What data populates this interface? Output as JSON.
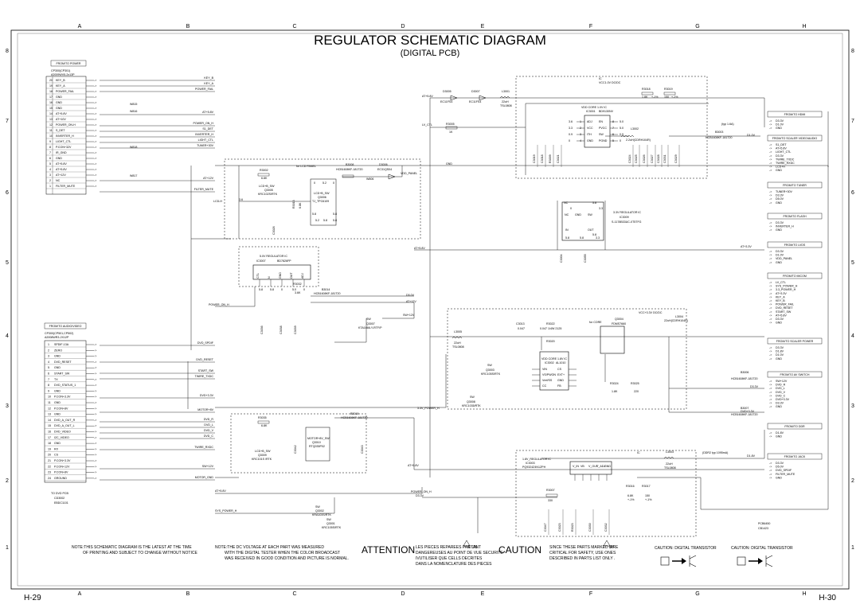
{
  "title": "REGULATOR SCHEMATIC DIAGRAM",
  "subtitle": "(DIGITAL PCB)",
  "grid": {
    "cols": [
      "A",
      "B",
      "C",
      "D",
      "E",
      "F",
      "G",
      "H"
    ],
    "rows": [
      "8",
      "7",
      "6",
      "5",
      "4",
      "3",
      "2",
      "1"
    ]
  },
  "page_left": "H-29",
  "page_right": "H-30",
  "conn_power": {
    "title": "FROM/TO POWER",
    "part": "CP300(CP301)",
    "part2": "A2009WV5-2x13P",
    "pins": [
      {
        "n": "20",
        "s": "KEY_B"
      },
      {
        "n": "19",
        "s": "KEY_A"
      },
      {
        "n": "18",
        "s": "POWER_FAIL"
      },
      {
        "n": "17",
        "s": "GND"
      },
      {
        "n": "16",
        "s": "GND"
      },
      {
        "n": "15",
        "s": "GND"
      },
      {
        "n": "14",
        "s": "AT+5.8V"
      },
      {
        "n": "13",
        "s": "AT+10V"
      },
      {
        "n": "12",
        "s": "POWER_ON-H"
      },
      {
        "n": "11",
        "s": "S_DET"
      },
      {
        "n": "10",
        "s": "INVERTER_H"
      },
      {
        "n": "9",
        "s": "LIGHT_CTL"
      },
      {
        "n": "8",
        "s": "P.CON+32V"
      },
      {
        "n": "7",
        "s": "IR_GND"
      },
      {
        "n": "6",
        "s": "GND"
      },
      {
        "n": "5",
        "s": "AT+5.8V"
      },
      {
        "n": "4",
        "s": "AT+5.8V"
      },
      {
        "n": "3",
        "s": "AT+12V"
      },
      {
        "n": "2",
        "s": "NC"
      },
      {
        "n": "1",
        "s": "FILTER_MUTE"
      }
    ],
    "wire_labels": [
      "KEY_B",
      "KEY_A",
      "POWER_FAIL",
      "AT+5.8V",
      "POWER_ON_H",
      "S1_DET",
      "INVERTER_H",
      "LIGHT_CTL",
      "TUNER+30V",
      "AT+12V",
      "FILTER_MUTE"
    ],
    "parts": [
      "W815",
      "W816",
      "W818",
      "W817"
    ]
  },
  "conn_audio": {
    "title": "FROM/TO AUDIO/VIDEO",
    "part": "CP300(CP501,CP502)",
    "part2": "A2008WR3-2X12P",
    "pins": [
      {
        "n": "1",
        "s": "SPDIF-13A"
      },
      {
        "n": "2",
        "s": "ZERO"
      },
      {
        "n": "3",
        "s": "GND"
      },
      {
        "n": "4",
        "s": "DVD_RESET"
      },
      {
        "n": "5",
        "s": "GND"
      },
      {
        "n": "6",
        "s": "START_SW"
      },
      {
        "n": "7",
        "s": "TX"
      },
      {
        "n": "8",
        "s": "DVD_STATUS_1"
      },
      {
        "n": "9",
        "s": "GND"
      },
      {
        "n": "10",
        "s": "P.CON+3.3V"
      },
      {
        "n": "11",
        "s": "GND"
      },
      {
        "n": "12",
        "s": "P.CON+8V"
      },
      {
        "n": "13",
        "s": "GND"
      },
      {
        "n": "14",
        "s": "DVD_A_OUT_R"
      },
      {
        "n": "15",
        "s": "DVD_A_OUT_L"
      },
      {
        "n": "16",
        "s": "DVD_VIDEO"
      },
      {
        "n": "17",
        "s": "I2C_VIDEO"
      },
      {
        "n": "18",
        "s": "GND"
      },
      {
        "n": "19",
        "s": "RX"
      },
      {
        "n": "20",
        "s": "CS"
      },
      {
        "n": "21",
        "s": "P.CON+3.3V"
      },
      {
        "n": "22",
        "s": "P.CON+12V"
      },
      {
        "n": "23",
        "s": "P.CON+8V"
      },
      {
        "n": "24",
        "s": "GROUND"
      }
    ],
    "wire_labels": [
      "DVD_SPDIF",
      "DVD_RESET",
      "START_SW",
      "TWIRE_TXDC",
      "DVD+3.3V",
      "MOTOR+8V",
      "DVD_R",
      "DVD_L",
      "DVD_V",
      "DVD_C",
      "TWIRE_RXDC",
      "SW+12V",
      "MOTOR_GND"
    ]
  },
  "to_dvd": [
    "TO DVD PCB",
    "CD3002",
    "EBDC1101"
  ],
  "right_conns": [
    {
      "title": "FROM/TO HDMI",
      "sig": [
        "D3.3V",
        "D1.0V",
        "GND"
      ]
    },
    {
      "title": "FROM/TO SCALER VIDEO/AUDIO",
      "sig": [
        "S1_DET",
        "AT+5.8V",
        "LIGHT_CTL",
        "D3.3V",
        "TWIRE_TXDC",
        "TWIRE_RXDC",
        "LCD+H",
        "GND"
      ]
    },
    {
      "title": "FROM/TO TUNER",
      "sig": [
        "TUNER+30V",
        "D3.3V",
        "D5.0V",
        "GND"
      ]
    },
    {
      "title": "FROM/TO FLASH",
      "sig": [
        "D3.3V",
        "INVERTER_H",
        "GND"
      ]
    },
    {
      "title": "FROM/TO LVDS",
      "sig": [
        "D3.3V",
        "D1.0V",
        "VDD_PANEL",
        "GND"
      ]
    },
    {
      "title": "FROM/TO MICOM",
      "sig": [
        "LV_CTL",
        "SYS_POWER_H",
        "3.3_POWER_H",
        "AT+3.3V",
        "KEY_A",
        "KEY_B",
        "POWER_FAIL",
        "DVD_RESET",
        "START_SW",
        "AT+5.8V",
        "D3.3V",
        "GND"
      ]
    },
    {
      "title": "FROM/TO SCALER POWER",
      "sig": [
        "D3.3V",
        "D1.8V",
        "D1.0V",
        "GND"
      ]
    },
    {
      "title": "FROM/TO AV SWITCH",
      "sig": [
        "SW+12V",
        "DVD_R",
        "DVD_L",
        "DVD_V",
        "DVD_C",
        "DVD+3.3V",
        "D3.3V",
        "GND"
      ]
    },
    {
      "title": "FROM/TO DDR",
      "sig": [
        "D1.8V",
        "GND"
      ]
    },
    {
      "title": "FROM/TO JACK",
      "sig": [
        "D3.3V",
        "D5.0V",
        "DVD_SPDIF",
        "FILTER_MUTE",
        "GND"
      ]
    }
  ],
  "ic_vcc": {
    "title": "IC",
    "sub": "VCC1.0V DC/DC",
    "label": "VDD CORE 1.0V IC",
    "part": "IC3001",
    "part2": "BD9130NV",
    "pins_l": [
      "ADJ",
      "VCC",
      "ITH",
      "GND"
    ],
    "pins_r": [
      "EN",
      "PVCC",
      "SW",
      "PGND"
    ],
    "l_nums": [
      "3.6",
      "3.3",
      "0.9",
      "0"
    ],
    "r_nums": [
      "5.0",
      "5.0",
      "0.9",
      "0"
    ],
    "mid_nums": [
      "1",
      "2",
      "3",
      "4"
    ],
    "mid_nums_r": [
      "8",
      "7",
      "6",
      "5"
    ],
    "r_hi": [
      "R3018",
      "R3019"
    ],
    "r_hi_v": [
      "1.8K",
      "150"
    ],
    "r_hi_tol": [
      "+-1%",
      "+-1%"
    ],
    "l3002": "L3002",
    "l3002v": "2.2uH(CDRH104R)",
    "b3003": "B3003",
    "b3003p": "HCB1608KF-181T20",
    "typ": "(typ 1.6A)",
    "d1v": "D1.0V",
    "caps": [
      "C3019",
      "C3018",
      "R3009",
      "C3021",
      "C3024",
      "C3025",
      "C3026",
      "C3027",
      "C3028",
      "C3031",
      "C3029"
    ]
  },
  "top_chain": {
    "at58": "AT+5.8V",
    "d3005": "D3005",
    "d3007": "D3007",
    "d_part": "EC11FS4",
    "d_part2": "EC11FS4",
    "l3001": "L3001",
    "l3001v": "22uH",
    "l3001p": "TSL0808",
    "lvctl": "LV_CTL",
    "r3005": "R3005",
    "r3005v": "1K",
    "gnd": "GND"
  },
  "lcd": {
    "title": "for LCD PANEL",
    "r3002": "R3002",
    "r3002v": "6.8K",
    "sw": "LCD+B_SW",
    "q": "Q3005",
    "qp": "KRC102S/RTK",
    "b3008": "B3008",
    "b3008p": "HCB1608KF-181T20",
    "d3006": "D3006",
    "d3006p": "EC31QS04",
    "w806": "W806",
    "vdd": "VDD_PANEL",
    "lcdh": "LCD-H",
    "q2": "LCD+B_SW",
    "q2n": "Q3006",
    "q2p": "TJ_TPC6109",
    "r3013": "R3013",
    "r3013v": "6.8K",
    "c3026": "C3026",
    "v": [
      "3.6",
      "0",
      "5.2",
      "0",
      "5.2",
      "5.8",
      "5.8",
      "5.8",
      "5.8"
    ]
  },
  "reg33": {
    "title": "3.3V REGULATOR IC",
    "part": "IC3009",
    "part2": "S-1178B33UC-0T5TFG",
    "nc": "NC",
    "gnd": "GND",
    "sw": "SW",
    "in": "IN",
    "out": "OUT",
    "caps": [
      "C3004",
      "C3055"
    ],
    "v": [
      "5.8",
      "3.3",
      "5.8",
      "0",
      "5.8",
      "3.3",
      "5.8"
    ],
    "at58": "AT+5.8V",
    "at33": "AT+3.3V"
  },
  "reg5": {
    "title": "5.0V REGULATOR IC",
    "part": "IC3007",
    "part2": "BD7826FP",
    "pins": [
      "CTL",
      "N",
      "GND",
      "OUT",
      "ADJ"
    ],
    "v": [
      "5.8",
      "5.8",
      "0",
      "5.0",
      "0"
    ],
    "power_on": "POWER_ON_H",
    "r3032": "R3032",
    "r3032v": "3.6K",
    "c3036": "C3036",
    "c3038": "C3038",
    "c3039": "C3039",
    "b3014": "B3014",
    "b3014p": "HCB1608KF-181T20",
    "d50": "D5.0V",
    "at12": "AT+12V",
    "swn": "SW+12V",
    "q3007": "Q3007",
    "q3007p": "KTA1666-Y-RTF/P",
    "sw": "SW"
  },
  "core": {
    "title": "VCC+3.3V DC/DC",
    "for_core": "for CORE",
    "l3005": "L3005",
    "l3005v": "22uH",
    "l3005p": "TSL0808",
    "c3013": "C3013",
    "c3013v": "0.047",
    "r3022": "R3022",
    "r3022v": "0.047 1/4W 2125",
    "r3020": "R3020",
    "ic": "VDD CORE 1.8V IC",
    "icn": "IC3002",
    "icp": "AL1010",
    "pins_l": [
      "VIN",
      "VS/PWON",
      "Vref/SS",
      "CC"
    ],
    "pins_r": [
      "CS",
      "EXT+",
      "GND",
      "FB"
    ],
    "q": "Q3004",
    "qp": "FDMS7660",
    "l3004": "L3004",
    "l3004v": "22uH(CDRH104R)",
    "b3006": "B3006",
    "b3006p": "HCB1608KF-181T20",
    "b3007": "B3007",
    "b3007p": "HCB1608KF-181T20",
    "d33": "D3.3V",
    "dvd33": "DVD+3.3V",
    "r3024": "R3024",
    "r3024v": "1.8K",
    "r3025": "R3025",
    "r3025v": "220",
    "sw": "SW",
    "q3003": "Q3003",
    "q3003p": "KRC105S/RTK",
    "power_h": "3.3V_POWER_H",
    "sw2": "SW",
    "q3008": "Q3008",
    "q3008p": "KRC1035/RTK"
  },
  "motor": {
    "r3035": "R3035",
    "r3035v": "6.8K",
    "sw": "LCD+B_SW",
    "q": "Q3009",
    "qp": "KRC101S /RTK",
    "sw2": "MOTOR+8V_SW",
    "q2": "Q3010",
    "q2p": "RTQ035P02",
    "b3018": "B3018",
    "b3018p": "HCB1608KF-181T20",
    "c3042": "C3042",
    "c3043": "C3043"
  },
  "reg18": {
    "title": "1.8V_REGULATOR IC",
    "part": "IC3003",
    "part2": "PQ9324Z4N1ZPH",
    "pins": [
      "V_IN",
      "VB",
      "V_OUT",
      "V_ADJ",
      "GND"
    ],
    "r3007": "R3007",
    "r3007v": "330",
    "r3016": "R3016",
    "r3017": "R3017",
    "r3016v": "6.8K",
    "r3017v": "150",
    "tol": "+-1%",
    "l3003": "L3003",
    "l3003v": "22uH",
    "l3003p": "TSL0808",
    "ddr": "(DDR2 typ 1095mA)",
    "d18": "D1.8V",
    "ic_label": "IC",
    "power_on": "POWER_ON_H",
    "d33": "D3.3V",
    "at58": "AT+5.8V",
    "at58b": "AT+5.8V",
    "sys_power": "SYS_POWER_H",
    "sw": "SW",
    "q3001": "Q3001",
    "q3001p": "KRC105S/RTK",
    "sw2": "SW",
    "q3002": "Q3002",
    "q3002p": "KRA103S/RTK",
    "caps": [
      "C3047",
      "C3023",
      "R3023",
      "C3030",
      "C3032"
    ]
  },
  "pcb_note": [
    "PCB6450",
    "CB1423"
  ],
  "footer": {
    "note1": "NOTE:THIS SCHEMATIC DIAGRAM IS THE LATEST AT THE TIME",
    "note1b": "OF PRINTING AND SUBJECT TO CHANGE WITHOUT NOTICE",
    "note2": "NOTE:THE DC VOLTAGE AT EACH PART WAS MEASURED",
    "note2b": "WITH THE DIGITAL TESTER WHEN THE COLOR BROADCAST",
    "note2c": "WAS RECEIVED IN GOOD CONDITION AND PICTURE IS NORMAL.",
    "attention": "ATTENTION",
    "att1": "LES PIECES REPAREES PAR UN",
    "att1b": "ETANT",
    "att2": "DANGEREUSES AU POINT DE VUE SECURITE",
    "att3": "IVUTILISER QUE CELLS DECRITES",
    "att4": "DANS LA NOMENCLATURE DES PIECES",
    "caution": "CAUTION",
    "cau1": "SINCE THESE PARTS MARKED BY",
    "cau1b": "ARE",
    "cau2": "CRITICAL FOR SAFETY, USE ONES",
    "cau3": "DESCRIBED IN PARTS LIST ONLY .",
    "cd1": "CAUTION: DIGITAL TRANSISTOR",
    "cd2": "CAUTION: DIGITAL TRANSISTOR"
  }
}
